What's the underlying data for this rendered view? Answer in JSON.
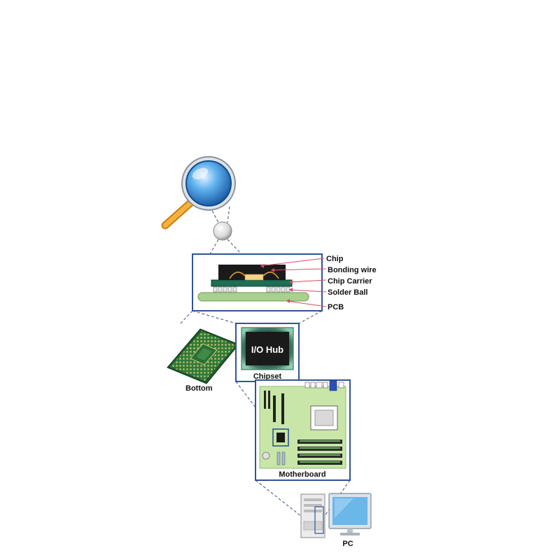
{
  "labels": {
    "chip": "Chip",
    "bonding_wire": "Bonding wire",
    "chip_carrier": "Chip Carrier",
    "solder_ball": "Solder Ball",
    "pcb": "PCB",
    "io_hub": "I/O Hub",
    "chipset": "Chipset",
    "bottom": "Bottom",
    "motherboard": "Motherboard",
    "pc": "PC"
  },
  "colors": {
    "frame": "#2f5597",
    "pcb_green": "#a9d08e",
    "board_green": "#c7e6a8",
    "chip_carrier": "#1f6e55",
    "chip_black": "#1a1a1a",
    "leader_red": "#d94a6a",
    "lens_blue": "#2a7fd4",
    "handle_orange": "#f4a623",
    "gold": "#e0a23a"
  },
  "icons": [
    "magnifier-icon",
    "solder-ball-icon",
    "bga-chip-icon",
    "pc-tower-icon",
    "monitor-icon"
  ]
}
